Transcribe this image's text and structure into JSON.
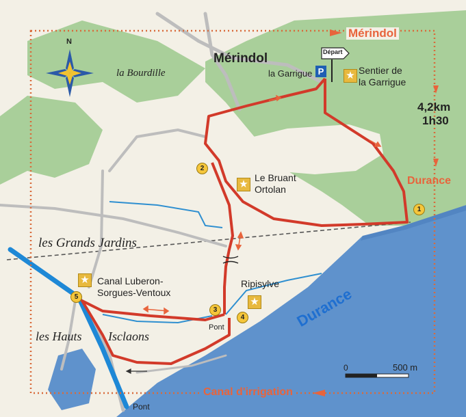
{
  "places": {
    "merindol": "Mérindol",
    "bourdille": "la Bourdille",
    "garrigue": "la Garrigue",
    "grands_jardins": "les Grands Jardins",
    "hauts": "les Hauts",
    "isclaons": "Isclaons",
    "ripisylve": "Ripisylve",
    "bruant_line1": "Le Bruant",
    "bruant_line2": "Ortolan",
    "canal_line1": "Canal Luberon-",
    "canal_line2": "Sorgues-Ventoux",
    "sentier_line1": "Sentier de",
    "sentier_line2": "la Garrigue",
    "pont1": "Pont",
    "pont2": "Pont"
  },
  "directions": {
    "merindol": "Mérindol",
    "durance": "Durance",
    "canal": "Canal d'irrigation"
  },
  "river_label": "Durance",
  "route": {
    "distance": "4,2km",
    "duration": "1h30"
  },
  "depart": "Départ",
  "parking": "P",
  "north": "N",
  "scale": {
    "zero": "0",
    "end": "500 m"
  },
  "waypoints": [
    "1",
    "2",
    "3",
    "4",
    "5"
  ],
  "colors": {
    "route": "#d23a2a",
    "river": "#5f92cc",
    "canal": "#1e88d6",
    "stream": "#2e8fd0",
    "forest": "#a9cf9a",
    "accent": "#e8643c"
  }
}
